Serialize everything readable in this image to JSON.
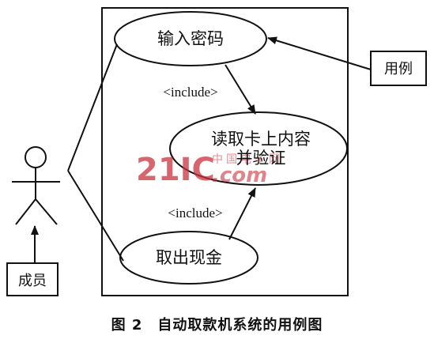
{
  "diagram": {
    "use_cases": {
      "enter_password": "输入密码",
      "read_card_line1": "读取卡上内容",
      "read_card_line2": "并验证",
      "withdraw_cash": "取出现金"
    },
    "relations": {
      "include_top": "<include>",
      "include_bottom": "<include>"
    },
    "actor_label": "成员",
    "note_label": "用例"
  },
  "watermark": {
    "number": "21IC",
    "cn": "中国电子网",
    "domain": ".com",
    "color": "#c8323c"
  },
  "caption": "图 2　自动取款机系统的用例图"
}
